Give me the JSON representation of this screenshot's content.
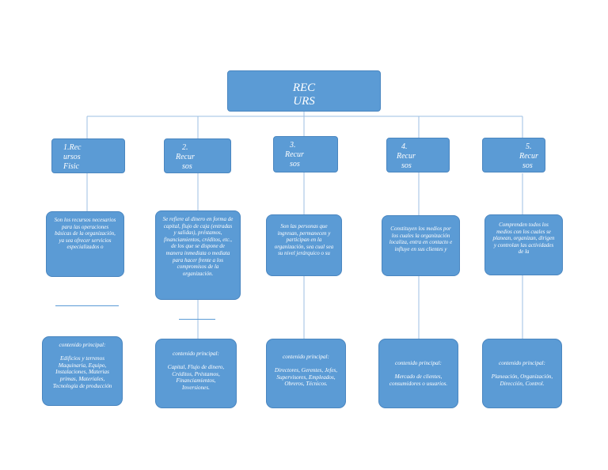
{
  "root": {
    "line1": "REC",
    "line2": "URS"
  },
  "nodes": [
    {
      "head": [
        "1.Rec",
        "ursos",
        "Fisic"
      ],
      "description": "Son los recursos necesarios para las operaciones básicas de la organización, ya sea ofrecer servicios especializados o",
      "content_label": "contenido principal:",
      "content_text": "Edificios y terrenos Maquinaria, Equipo, Instalaciones, Materias primas, Materiales, Tecnología de producción"
    },
    {
      "head": [
        "2.",
        "Recur",
        "sos"
      ],
      "description": "Se refiere al dinero en forma de capital, flujo de caja (entradas y salidas), préstamos, financiamientos, créditos, etc., de los que se dispone de manera inmediata o mediata para hacer frente a los compromisos de la organización.",
      "content_label": "contenido principal:",
      "content_text": "Capital, Flujo de dinero, Créditos, Préstamos, Financiamientos, Inversiones."
    },
    {
      "head": [
        "3.",
        "Recur",
        "sos"
      ],
      "description": "Son las personas que ingresan, permanecen y participan en la organización, sea cual sea su nivel jerárquico o su",
      "content_label": "contenido principal:",
      "content_text": "Directores, Gerentes, Jefes, Supervisores, Empleados, Obreros, Técnicos."
    },
    {
      "head": [
        "4.",
        "Recur",
        "sos"
      ],
      "description": "Constituyen los medios por los cuales la organización localiza, entra en contacto e influye en sus clientes y",
      "content_label": "contenido principal:",
      "content_text": "Mercado de clientes, consumidores o usuarios."
    },
    {
      "head": [
        "5.",
        "Recur",
        "sos"
      ],
      "description": "Comprenden todos los medios con los cuales se planean, organizan, dirigen y controlan las actividades de la",
      "content_label": "contenido principal:",
      "content_text": "Planeación, Organización, Dirección, Control."
    }
  ]
}
